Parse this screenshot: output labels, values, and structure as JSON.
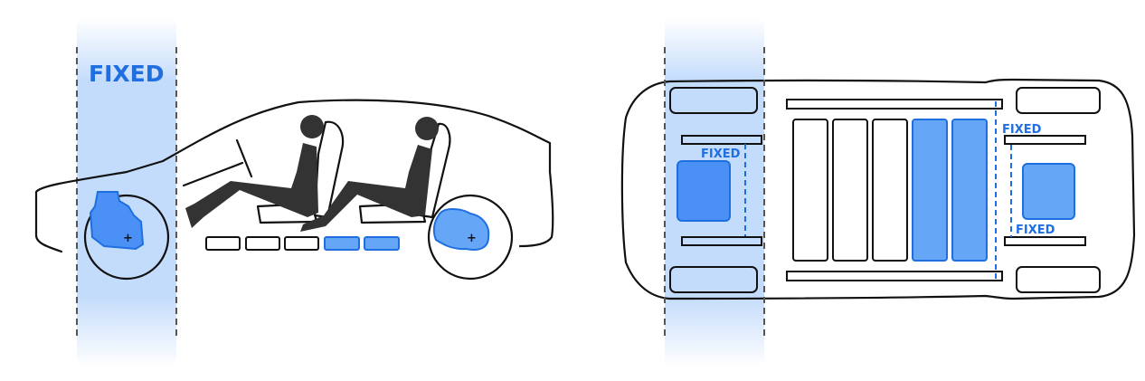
{
  "side_view": {
    "fixed_label": "FIXED",
    "battery_modules": [
      {
        "highlighted": false
      },
      {
        "highlighted": false
      },
      {
        "highlighted": false
      },
      {
        "highlighted": true
      },
      {
        "highlighted": true
      }
    ]
  },
  "top_view": {
    "front_fixed_label": "FIXED",
    "rear_top_fixed_label": "FIXED",
    "rear_bottom_fixed_label": "FIXED",
    "battery_cells": [
      {
        "highlighted": false
      },
      {
        "highlighted": false
      },
      {
        "highlighted": false
      },
      {
        "highlighted": true
      },
      {
        "highlighted": true
      }
    ]
  },
  "colors": {
    "accent": "#1f6fe0",
    "fill": "#4a90f5",
    "band": "#c4dcfb",
    "outline": "#111111"
  }
}
